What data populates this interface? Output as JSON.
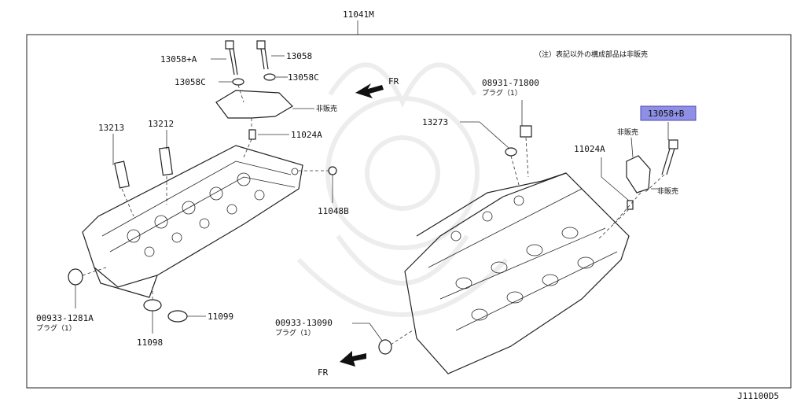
{
  "diagram": {
    "assembly_label": "11041M",
    "note": "（注）表記以外の構成部品は非販売",
    "ref_code": "J11100D5",
    "fr_label": "FR",
    "highlight_color": "#8f8fe6",
    "parts": {
      "p13058A": "13058+A",
      "p13058": "13058",
      "p13058C_left": "13058C",
      "p13058C_right": "13058C",
      "not_sold_1": "非販売",
      "p11024A_left": "11024A",
      "p13213": "13213",
      "p13212": "13212",
      "p11048B": "11048B",
      "p00933_1281A": "00933-1281A",
      "plug1_left": "プラグ（1）",
      "p11098": "11098",
      "p11099": "11099",
      "p08931": "08931-71800",
      "plug1_top": "プラグ（1）",
      "p13273": "13273",
      "p13058B": "13058+B",
      "not_sold_2": "非販売",
      "p11024A_right": "11024A",
      "not_sold_3": "非販売",
      "p00933_13090": "00933-13090",
      "plug1_bottom": "プラグ（1）"
    }
  }
}
